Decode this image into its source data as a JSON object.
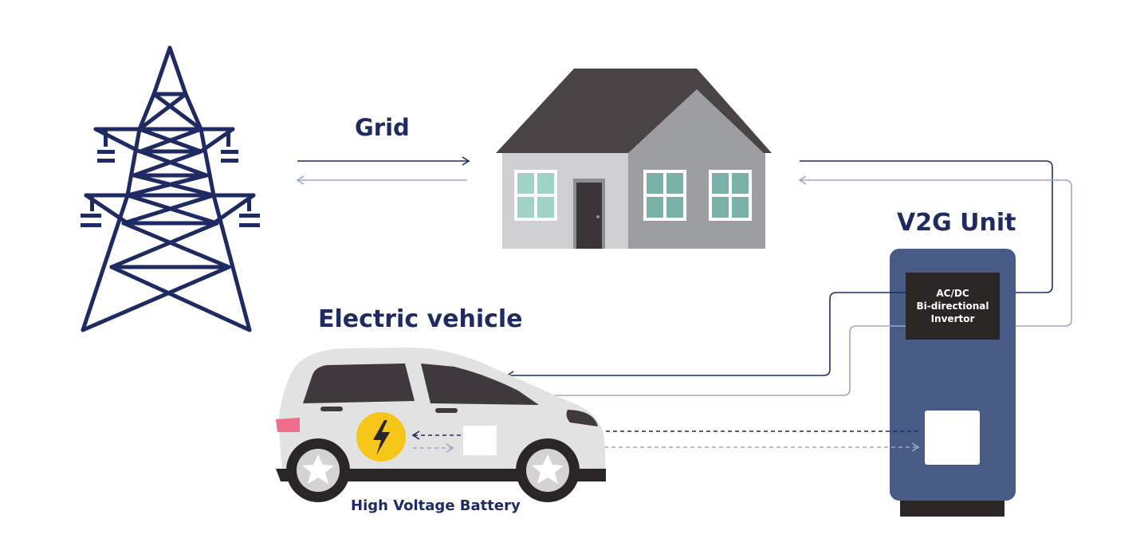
{
  "labels": {
    "grid": "Grid",
    "v2g_unit": "V2G Unit",
    "electric_vehicle": "Electric vehicle",
    "battery": "High Voltage Battery"
  },
  "inverter": {
    "line1": "AC/DC",
    "line2": "Bi-directional",
    "line3": "Invertor"
  },
  "colors": {
    "navy": "#1f2a63",
    "light_flow": "#9ea6c6",
    "unit_blue": "#475b86",
    "roof": "#4a4346",
    "wall_light": "#cfcfd2",
    "wall_dark": "#9d9ea2",
    "car_body": "#e2e2e2",
    "car_glass": "#3f383d",
    "bolt_yellow": "#f5c518"
  },
  "icons": [
    "transmission-tower-icon",
    "house-icon",
    "electric-car-icon",
    "lightning-bolt-icon"
  ]
}
